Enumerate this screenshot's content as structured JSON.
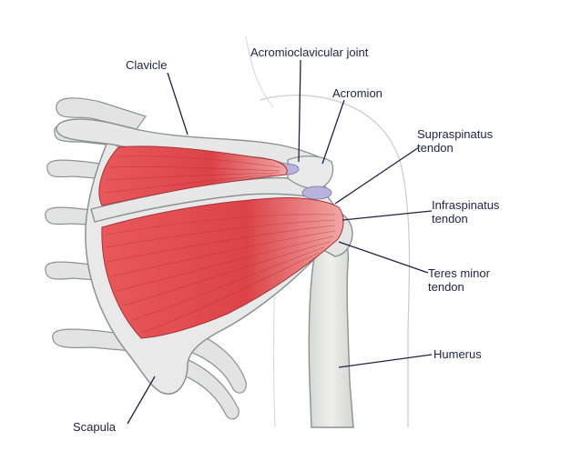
{
  "labels": {
    "clavicle": "Clavicle",
    "ac_joint": "Acromioclavicular joint",
    "acromion": "Acromion",
    "supraspinatus": [
      "Supraspinatus",
      "tendon"
    ],
    "infraspinatus": [
      "Infraspinatus",
      "tendon"
    ],
    "teres_minor": [
      "Teres minor",
      "tendon"
    ],
    "humerus": "Humerus",
    "scapula": "Scapula"
  },
  "colors": {
    "muscle": "#e04a4f",
    "bone": "#e6e7e6",
    "bone_outline": "#8d918f",
    "cartilage": "#b7b3dd",
    "leader_line": "#1d2348"
  }
}
